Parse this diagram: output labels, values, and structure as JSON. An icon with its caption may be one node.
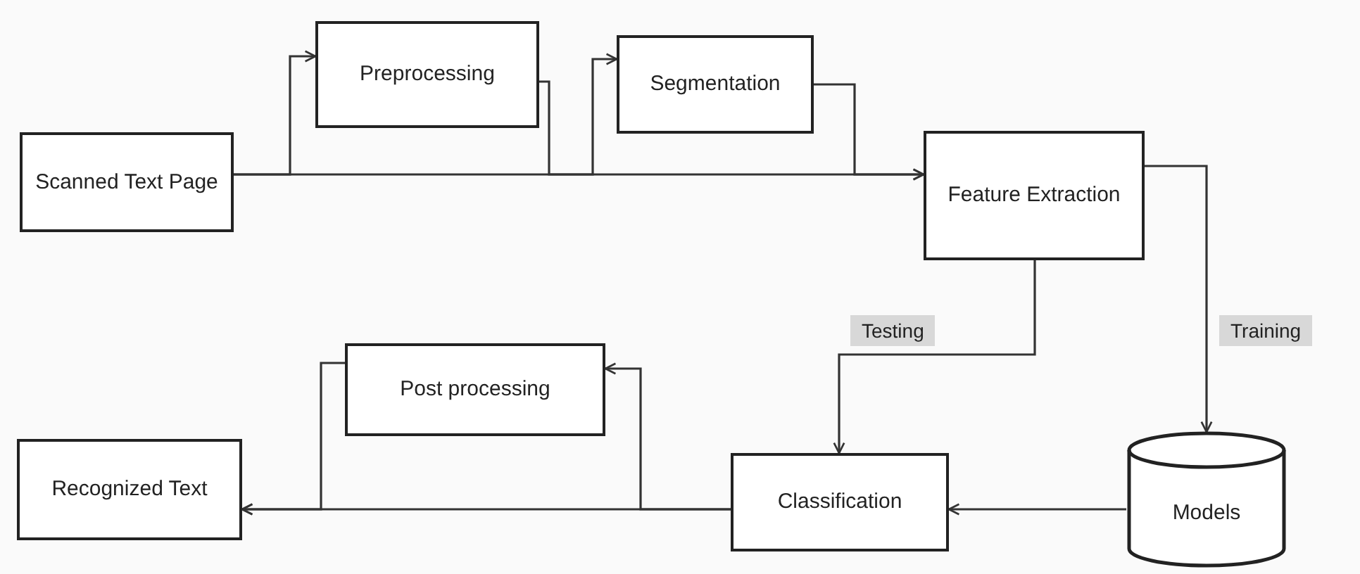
{
  "diagram": {
    "nodes": [
      {
        "text": [
          "Scanned Text Page"
        ]
      },
      {
        "text": [
          "Preprocessing"
        ]
      },
      {
        "text": [
          "Segmentation"
        ]
      },
      {
        "text": [
          "Feature Extraction"
        ]
      },
      {
        "text": [
          "Post processing"
        ]
      },
      {
        "text": [
          "Recognized Text"
        ]
      },
      {
        "text": [
          "Classification"
        ]
      },
      {
        "text": [
          "Models"
        ]
      }
    ],
    "edges": [
      {
        "from": 0,
        "to": 3,
        "arrow": "to"
      },
      {
        "from": 0,
        "to": 1,
        "arrow": "to"
      },
      {
        "from": 1,
        "to": 2,
        "arrow": "to"
      },
      {
        "from": 2,
        "to": 3,
        "arrow": "to"
      },
      {
        "from": 3,
        "to": 6,
        "arrow": "to",
        "label": "Testing"
      },
      {
        "from": 3,
        "to": 7,
        "arrow": "to",
        "label": "Training"
      },
      {
        "from": 7,
        "to": 6,
        "arrow": "to"
      },
      {
        "from": 6,
        "to": 5,
        "arrow": "to"
      },
      {
        "from": 6,
        "to": 4,
        "arrow": "to"
      },
      {
        "from": 4,
        "to": 5,
        "arrow": "to"
      }
    ]
  }
}
